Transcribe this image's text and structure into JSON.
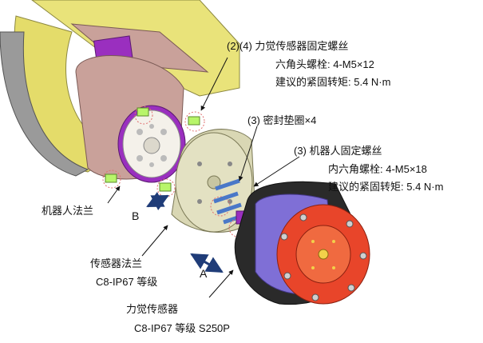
{
  "labels": {
    "force_sensor_screw_title": "(2)(4) 力觉传感器固定螺丝",
    "force_sensor_screw_spec": "六角头螺栓: 4-M5×12",
    "force_sensor_screw_torque": "建议的紧固转矩: 5.4 N·m",
    "seal_washer": "(3) 密封垫圈×4",
    "robot_screw_title": "(3) 机器人固定螺丝",
    "robot_screw_spec": "内六角螺栓: 4-M5×18",
    "robot_screw_torque": "建议的紧固转矩: 5.4 N·m",
    "robot_flange": "机器人法兰",
    "sensor_flange_title": "传感器法兰",
    "sensor_flange_grade": "C8-IP67 等级",
    "force_sensor_title": "力觉传感器",
    "force_sensor_grade": "C8-IP67 等级 S250P"
  },
  "direction_marks": {
    "a": "A",
    "b": "B"
  },
  "colors": {
    "robot_arm": "#e9e37a",
    "robot_joint": "#c9a19a",
    "robot_flange_rim": "#9a2fbf",
    "sensor_flange": "#d9d7b4",
    "force_sensor_body": "#e8452a",
    "force_sensor_rear": "#7f6fd6",
    "dark_cable": "#2a2a2a",
    "screw_green": "#b8f56a",
    "seal_blue": "#4a78c8",
    "arrow_navy": "#1f3c78",
    "dashed_circle": "#e07070"
  }
}
